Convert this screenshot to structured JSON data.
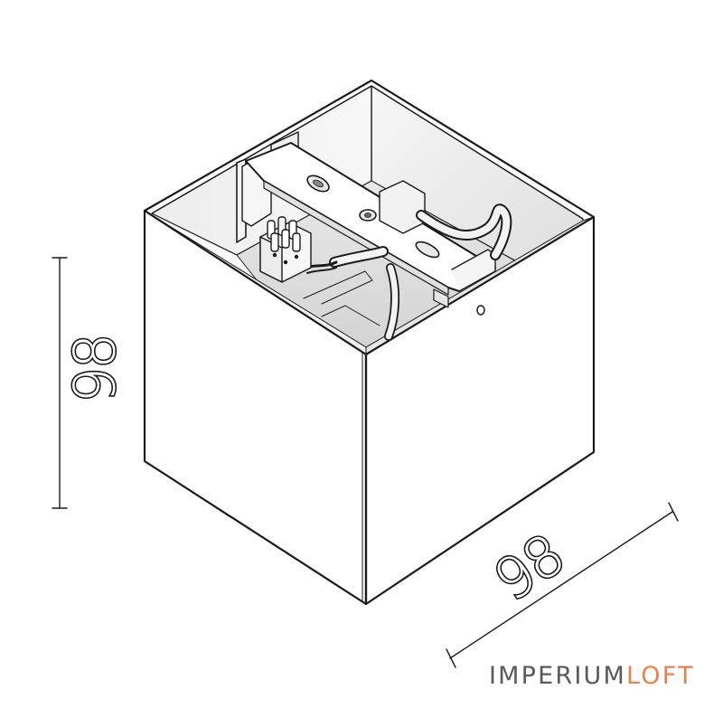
{
  "dimensions": {
    "height": "98",
    "width": "98"
  },
  "brand": {
    "primary": "IMPERIUM",
    "accent": "LOFT",
    "primary_color": "#5a5a5a",
    "accent_color": "#e4844f"
  },
  "colors": {
    "line": "#1a1a1a",
    "shade_light": "#f2f2f2",
    "shade_mid": "#e2e2e2",
    "shade_dark": "#cfcfcf",
    "face": "#ffffff"
  }
}
